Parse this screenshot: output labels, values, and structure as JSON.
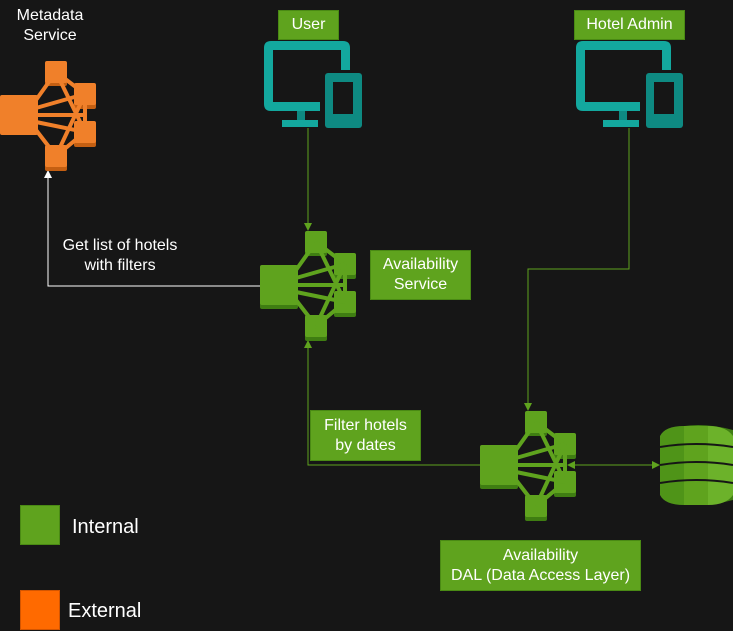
{
  "colors": {
    "background": "#161616",
    "internal": "#5fa31e",
    "external": "#f0802a",
    "client": "#13a89e",
    "connector_green": "#5fa31e",
    "connector_white": "#ffffff"
  },
  "nodes": {
    "metadata_service": {
      "line1": "Metadata",
      "line2": "Service",
      "icon": "service-mesh-icon"
    },
    "user": {
      "label": "User",
      "icon": "desktop-mobile-icon"
    },
    "hotel_admin": {
      "label": "Hotel Admin",
      "icon": "desktop-mobile-icon"
    },
    "availability_service": {
      "line1": "Availability",
      "line2": "Service",
      "icon": "service-mesh-icon"
    },
    "availability_dal": {
      "line1": "Availability",
      "line2": "DAL (Data Access Layer)",
      "icon": "service-mesh-icon"
    },
    "database": {
      "icon": "database-icon"
    }
  },
  "edges": {
    "get_hotels": {
      "line1": "Get list of hotels",
      "line2": "with filters"
    },
    "filter_hotels": {
      "line1": "Filter hotels",
      "line2": "by dates"
    }
  },
  "legend": {
    "internal": "Internal",
    "external": "External"
  }
}
